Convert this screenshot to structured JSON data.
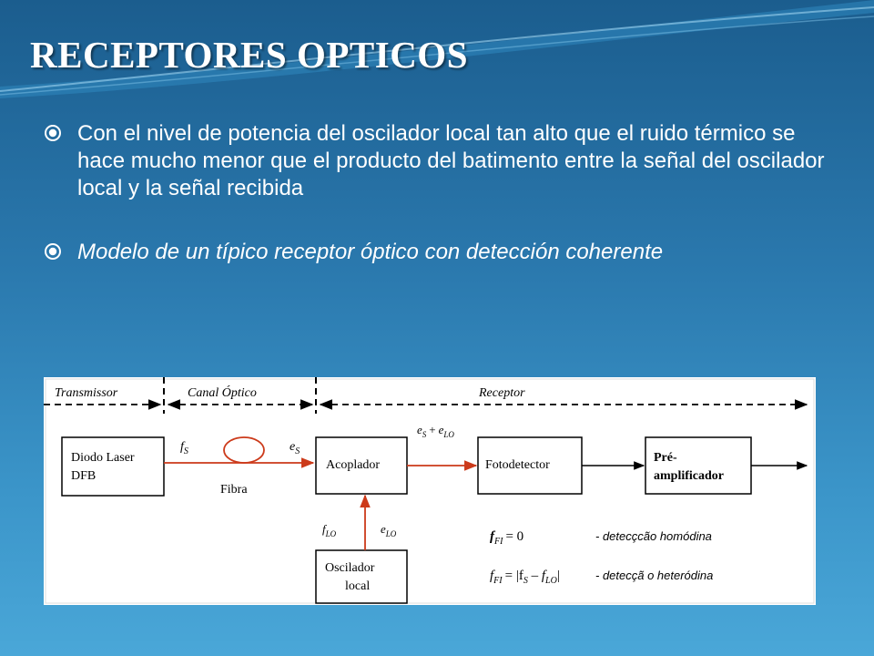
{
  "slide": {
    "title": "RECEPTORES OPTICOS",
    "bullets": [
      "Con el nivel de potencia del oscilador local tan alto que el ruido térmico se hace mucho menor que el producto del batimento entre la señal del oscilador local y la señal recibida",
      "Modelo  de un típico receptor óptico con detección coherente"
    ]
  },
  "colors": {
    "signal_arrow": "#cc3a1a",
    "block_border": "#000000"
  },
  "diagram": {
    "sections": [
      "Transmissor",
      "Canal Óptico",
      "Receptor"
    ],
    "blocks": {
      "laser_line1": "Diodo Laser",
      "laser_line2": "DFB",
      "coupler": "Acoplador",
      "photodetector": "Fotodetector",
      "preamp_line1": "Pré-",
      "preamp_line2": "amplificador",
      "oscillator_line1": "Oscilador",
      "oscillator_line2": "local"
    },
    "fiber_label": "Fibra",
    "labels": {
      "f_main": "f",
      "f_s_sub": "S",
      "e_main": "e",
      "e_s_sub": "S",
      "plus": "+",
      "e_lo_main": "e",
      "e_lo_sub": "LO",
      "f_lo_main": "f",
      "f_lo_sub": "LO"
    },
    "equations": {
      "homodyne_lhs": "f",
      "homodyne_sub": "FI",
      "homodyne_rhs": "= 0",
      "homodyne_desc": "- detecçcão homódina",
      "heterodyne_lhs": "f",
      "heterodyne_sub": "FI",
      "heterodyne_rhs": "= |f",
      "heterodyne_s": "S",
      "heterodyne_minus": " – f",
      "heterodyne_lo": "LO",
      "heterodyne_close": "|",
      "heterodyne_desc": "- detecçã o heteródina"
    }
  }
}
